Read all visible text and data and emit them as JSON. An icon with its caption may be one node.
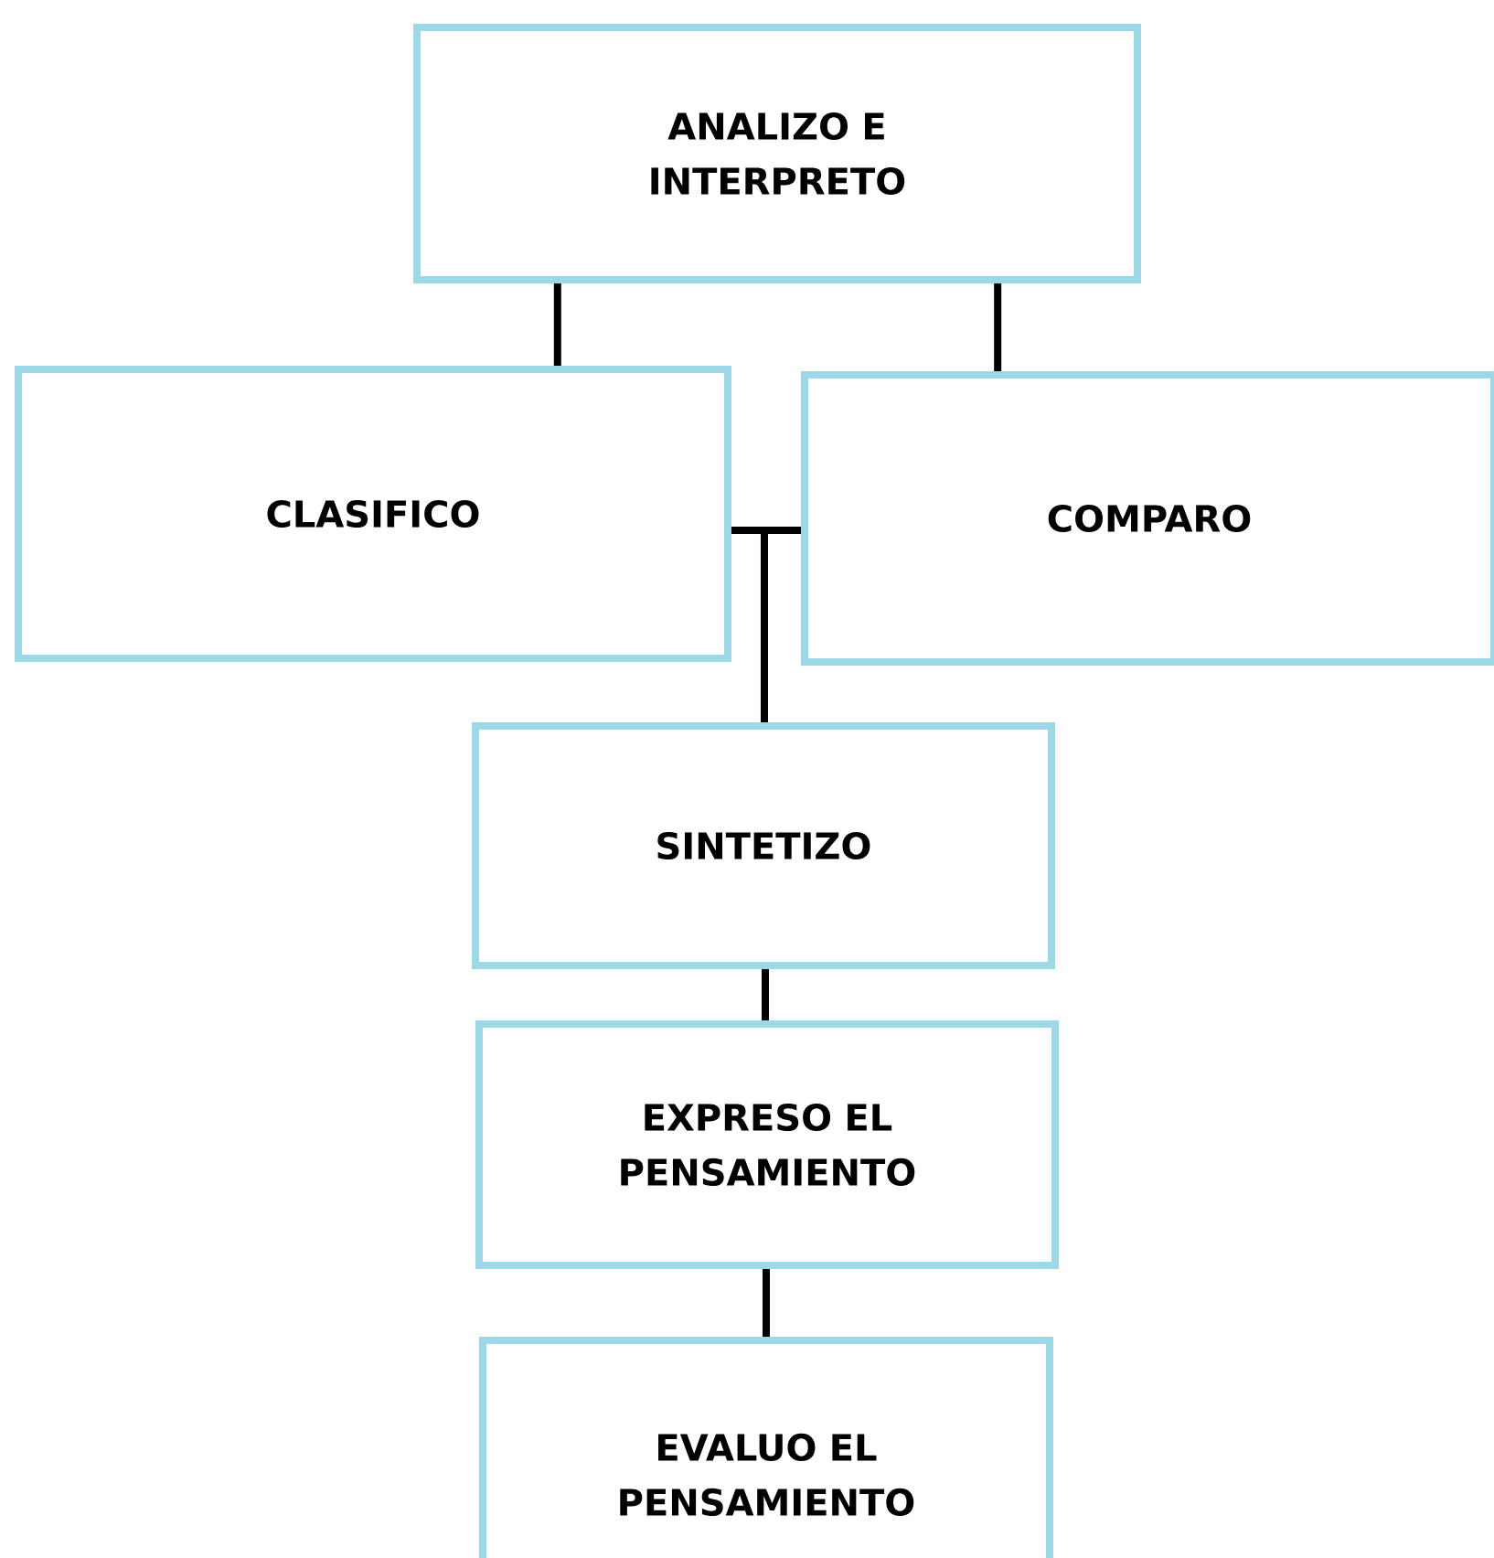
{
  "diagram": {
    "nodes": [
      {
        "text": [
          "ANALIZO E INTERPRETO"
        ]
      },
      {
        "text": [
          "CLASIFICO"
        ]
      },
      {
        "text": [
          "COMPARO"
        ]
      },
      {
        "text": [
          "SINTETIZO"
        ]
      },
      {
        "text": [
          "EXPRESO EL PENSAMIENTO"
        ]
      },
      {
        "text": [
          "EVALUO EL PENSAMIENTO"
        ]
      }
    ],
    "edges": [
      {
        "from": 0,
        "to": 1,
        "arrow": "none"
      },
      {
        "from": 0,
        "to": 2,
        "arrow": "none"
      },
      {
        "from": 1,
        "to": 3,
        "arrow": "none"
      },
      {
        "from": 2,
        "to": 3,
        "arrow": "none"
      },
      {
        "from": 3,
        "to": 4,
        "arrow": "none"
      },
      {
        "from": 4,
        "to": 5,
        "arrow": "none"
      }
    ]
  }
}
